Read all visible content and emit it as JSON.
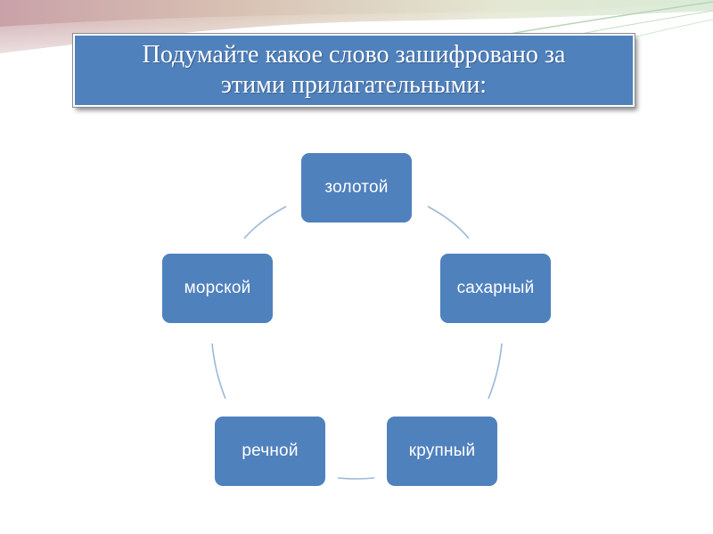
{
  "title": "Подумайте какое слово зашифровано за\nэтими прилагательными:",
  "cycle": {
    "items": [
      {
        "label": "золотой"
      },
      {
        "label": "сахарный"
      },
      {
        "label": "крупный"
      },
      {
        "label": "речной"
      },
      {
        "label": "морской"
      }
    ]
  },
  "colors": {
    "node_fill": "#4f81bd",
    "connector": "#9db8d6",
    "text": "#ffffff"
  }
}
